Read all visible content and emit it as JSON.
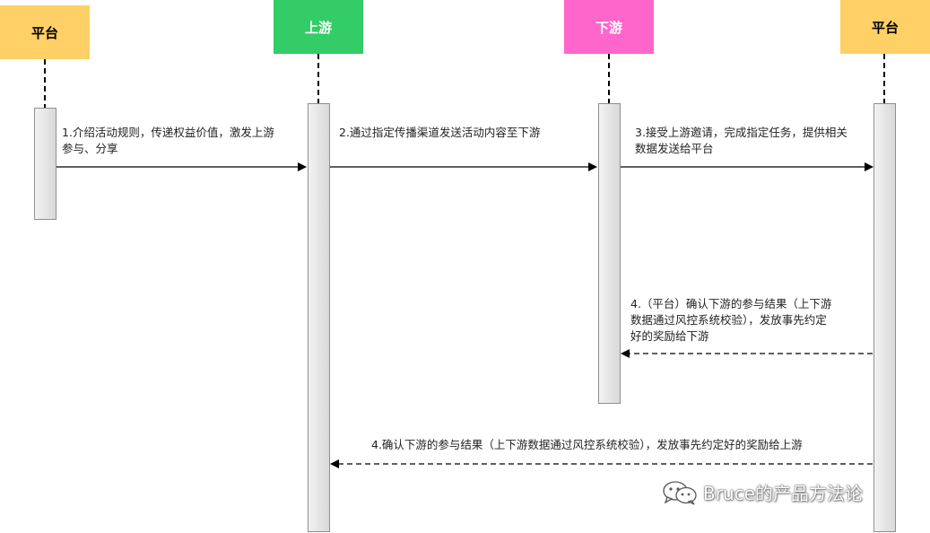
{
  "actors": [
    {
      "label": "平台",
      "color": "#FFD066",
      "text_color": "#000000"
    },
    {
      "label": "上游",
      "color": "#33CC66",
      "text_color": "#FFFFFF"
    },
    {
      "label": "下游",
      "color": "#FF66CC",
      "text_color": "#FFFFFF"
    },
    {
      "label": "平台",
      "color": "#FFD066",
      "text_color": "#000000"
    }
  ],
  "messages": [
    {
      "text": "1.介绍活动规则，传递权益价值，激发上游\n参与、分享",
      "style": "solid"
    },
    {
      "text": "2.通过指定传播渠道发送活动内容至下游",
      "style": "solid"
    },
    {
      "text": "3.接受上游邀请，完成指定任务，提供相关\n数据发送给平台",
      "style": "solid"
    },
    {
      "text": "4.（平台）确认下游的参与结果（上下游\n数据通过风控系统校验），发放事先约定\n好的奖励给下游",
      "style": "dashed"
    },
    {
      "text": "4.确认下游的参与结果（上下游数据通过风控系统校验），发放事先约定好的奖励给上游",
      "style": "dashed"
    }
  ],
  "watermark": {
    "text": "Bruce的产品方法论",
    "icon": "wechat-icon"
  },
  "colors": {
    "line": "#000000",
    "activation_border": "#8f8f8f"
  }
}
